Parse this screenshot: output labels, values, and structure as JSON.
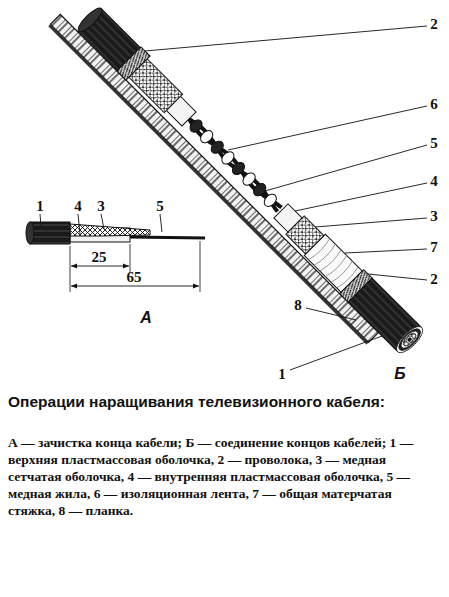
{
  "diagram": {
    "title": "Операции наращивания телевизионного кабеля:",
    "caption": "А — зачистка конца кабели; Б — соединение концов кабелей; 1 — верхняя пластмассовая оболочка, 2 — проволока, 3 — медная сетчатая оболочка, 4 — внутренняя пластмассовая оболочка, 5 — медная жила, 6 — изоляционная лента, 7 — общая матерчатая стяжка, 8 — планка.",
    "labels": [
      "2",
      "6",
      "5",
      "4",
      "3",
      "7",
      "2",
      "8",
      "1",
      "Б",
      "1",
      "4",
      "3",
      "5",
      "25",
      "65",
      "А"
    ]
  }
}
